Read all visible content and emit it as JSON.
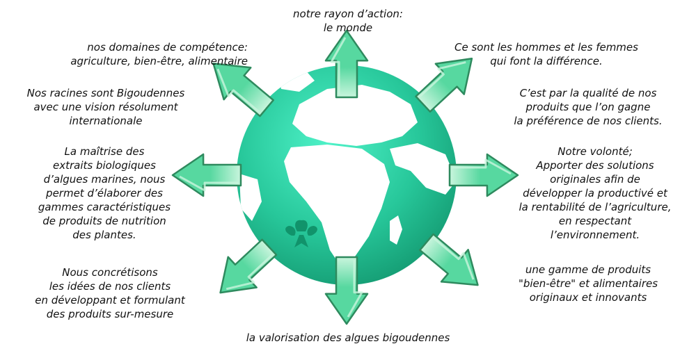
{
  "colors": {
    "globe_light": "#4ff2c8",
    "globe_mid": "#27c79a",
    "globe_dark": "#11936b",
    "land": "#ffffff",
    "arrow_fill": "#57d8a0",
    "arrow_outline": "#2e8a5e",
    "arrow_highlight": "#c9f5dd",
    "text": "#111111"
  },
  "icons": {
    "center": "globe-icon",
    "emblem": "ermine-icon",
    "arrows": "arrow-icon"
  },
  "labels": {
    "top": [
      "notre rayon d’action:",
      "le monde"
    ],
    "top_left": [
      "nos domaines de compétence:",
      "agriculture, bien-être, alimentaire"
    ],
    "upper_left": [
      "Nos racines sont Bigoudennes",
      "avec une vision résolument",
      "internationale"
    ],
    "left": [
      "La maîtrise des",
      "extraits biologiques",
      "d’algues marines, nous",
      "permet d’élaborer des",
      "gammes caractéristiques",
      "de produits de nutrition",
      "des plantes."
    ],
    "bottom_left": [
      "Nous concrétisons",
      "les idées de nos clients",
      "en développant et formulant",
      "des produits sur-mesure"
    ],
    "bottom": [
      "la valorisation des algues bigoudennes"
    ],
    "top_right": [
      "Ce sont les hommes et les femmes",
      "qui font la différence."
    ],
    "upper_right": [
      "C’est par la qualité de nos",
      "produits que l’on gagne",
      "la préférence de nos clients."
    ],
    "right": [
      "Notre volonté;",
      "Apporter des solutions",
      "originales afin de",
      "développer la productivé et",
      "la rentabilité de l’agriculture,",
      "en respectant",
      "l’environnement."
    ],
    "bottom_right": [
      "une gamme de produits",
      "\"bien-être\" et alimentaires",
      "originaux et innovants"
    ]
  }
}
